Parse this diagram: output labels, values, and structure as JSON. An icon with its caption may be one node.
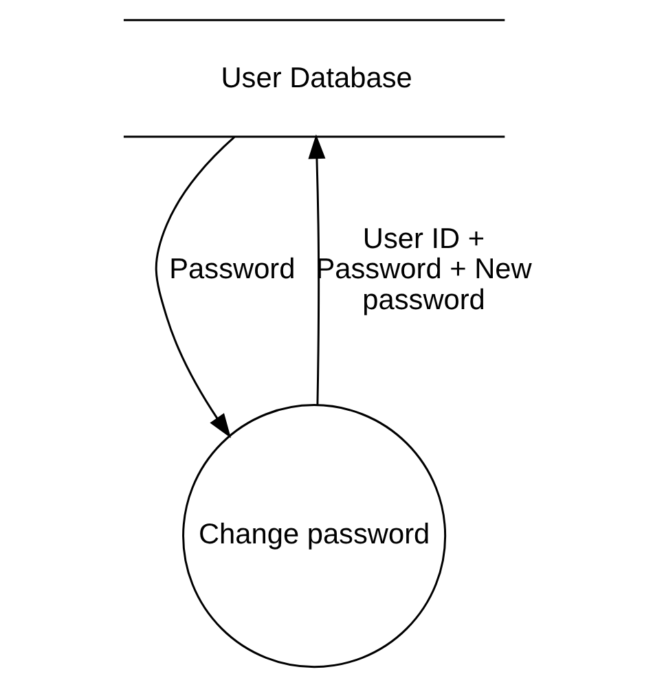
{
  "diagram": {
    "nodes": [
      {
        "text": [
          "User Database"
        ]
      },
      {
        "text": [
          "Change password"
        ]
      }
    ],
    "edges": [
      {
        "from": 0,
        "to": 1,
        "arrow": "to",
        "label": "Password"
      },
      {
        "from": 1,
        "to": 0,
        "arrow": "to",
        "label": "User ID + Password + New password"
      }
    ]
  }
}
